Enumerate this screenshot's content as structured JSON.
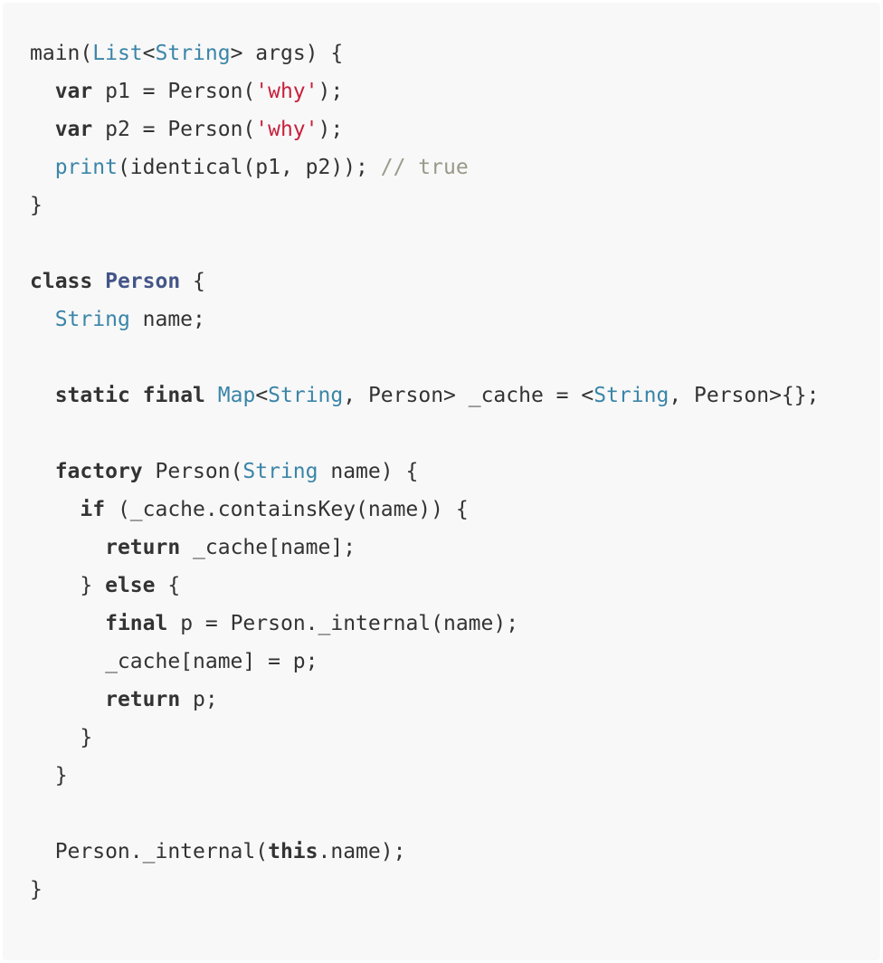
{
  "code": {
    "lines": [
      [
        {
          "t": "plain",
          "s": "main("
        },
        {
          "t": "type",
          "s": "List"
        },
        {
          "t": "plain",
          "s": "<"
        },
        {
          "t": "type",
          "s": "String"
        },
        {
          "t": "plain",
          "s": "> args) {"
        }
      ],
      [
        {
          "t": "plain",
          "s": "  "
        },
        {
          "t": "kw",
          "s": "var"
        },
        {
          "t": "plain",
          "s": " p1 = Person("
        },
        {
          "t": "str",
          "s": "'why'"
        },
        {
          "t": "plain",
          "s": ");"
        }
      ],
      [
        {
          "t": "plain",
          "s": "  "
        },
        {
          "t": "kw",
          "s": "var"
        },
        {
          "t": "plain",
          "s": " p2 = Person("
        },
        {
          "t": "str",
          "s": "'why'"
        },
        {
          "t": "plain",
          "s": ");"
        }
      ],
      [
        {
          "t": "plain",
          "s": "  "
        },
        {
          "t": "builtin",
          "s": "print"
        },
        {
          "t": "plain",
          "s": "(identical(p1, p2)); "
        },
        {
          "t": "com",
          "s": "// true"
        }
      ],
      [
        {
          "t": "plain",
          "s": "}"
        }
      ],
      [],
      [
        {
          "t": "kw",
          "s": "class"
        },
        {
          "t": "plain",
          "s": " "
        },
        {
          "t": "title",
          "s": "Person"
        },
        {
          "t": "plain",
          "s": " {"
        }
      ],
      [
        {
          "t": "plain",
          "s": "  "
        },
        {
          "t": "type",
          "s": "String"
        },
        {
          "t": "plain",
          "s": " name;"
        }
      ],
      [],
      [
        {
          "t": "plain",
          "s": "  "
        },
        {
          "t": "kw",
          "s": "static"
        },
        {
          "t": "plain",
          "s": " "
        },
        {
          "t": "kw",
          "s": "final"
        },
        {
          "t": "plain",
          "s": " "
        },
        {
          "t": "type",
          "s": "Map"
        },
        {
          "t": "plain",
          "s": "<"
        },
        {
          "t": "type",
          "s": "String"
        },
        {
          "t": "plain",
          "s": ", Person> _cache = <"
        },
        {
          "t": "type",
          "s": "String"
        },
        {
          "t": "plain",
          "s": ", Person>{};"
        }
      ],
      [],
      [
        {
          "t": "plain",
          "s": "  "
        },
        {
          "t": "kw",
          "s": "factory"
        },
        {
          "t": "plain",
          "s": " Person("
        },
        {
          "t": "type",
          "s": "String"
        },
        {
          "t": "plain",
          "s": " name) {"
        }
      ],
      [
        {
          "t": "plain",
          "s": "    "
        },
        {
          "t": "kw",
          "s": "if"
        },
        {
          "t": "plain",
          "s": " (_cache.containsKey(name)) {"
        }
      ],
      [
        {
          "t": "plain",
          "s": "      "
        },
        {
          "t": "kw",
          "s": "return"
        },
        {
          "t": "plain",
          "s": " _cache[name];"
        }
      ],
      [
        {
          "t": "plain",
          "s": "    } "
        },
        {
          "t": "kw",
          "s": "else"
        },
        {
          "t": "plain",
          "s": " {"
        }
      ],
      [
        {
          "t": "plain",
          "s": "      "
        },
        {
          "t": "kw",
          "s": "final"
        },
        {
          "t": "plain",
          "s": " p = Person._internal(name);"
        }
      ],
      [
        {
          "t": "plain",
          "s": "      _cache[name] = p;"
        }
      ],
      [
        {
          "t": "plain",
          "s": "      "
        },
        {
          "t": "kw",
          "s": "return"
        },
        {
          "t": "plain",
          "s": " p;"
        }
      ],
      [
        {
          "t": "plain",
          "s": "    }"
        }
      ],
      [
        {
          "t": "plain",
          "s": "  }"
        }
      ],
      [],
      [
        {
          "t": "plain",
          "s": "  Person._internal("
        },
        {
          "t": "kw",
          "s": "this"
        },
        {
          "t": "plain",
          "s": ".name);"
        }
      ],
      [
        {
          "t": "plain",
          "s": "}"
        }
      ]
    ]
  }
}
